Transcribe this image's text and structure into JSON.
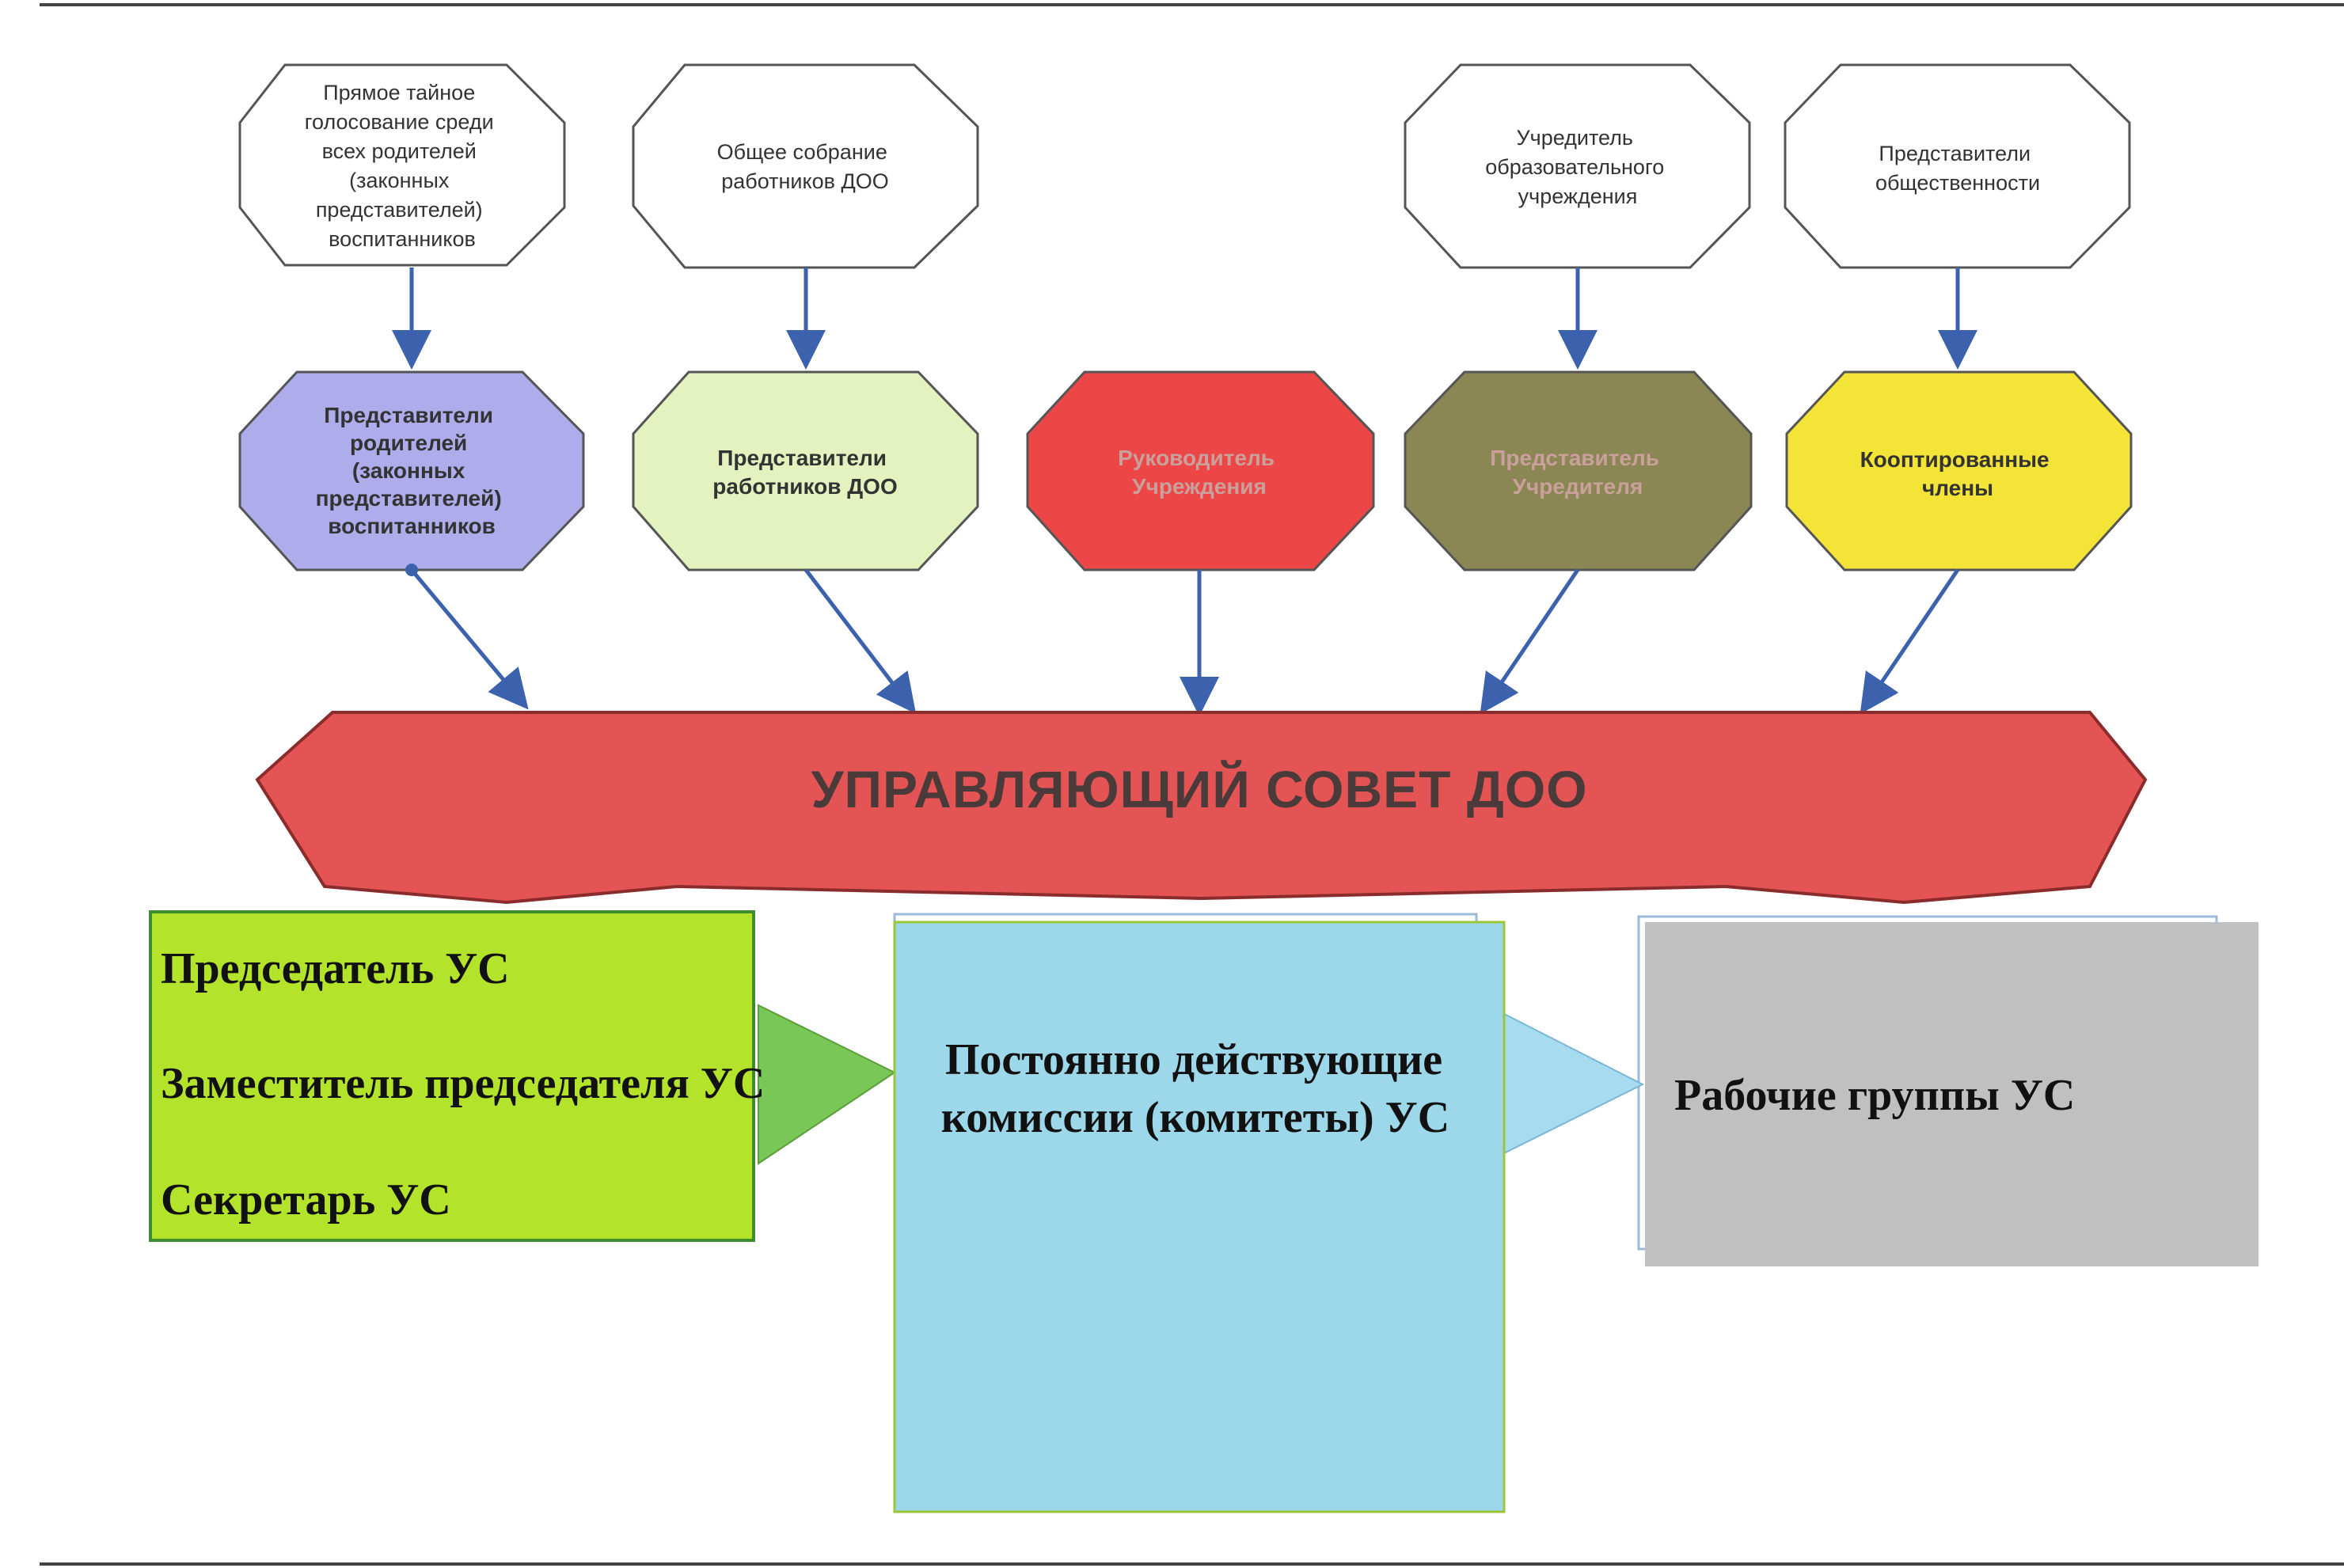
{
  "colors": {
    "accent_arrow": "#3c62ad",
    "council_fill": "#e55454",
    "box_green": "#b3e32a",
    "box_blue": "#9cd8e9",
    "box_gray": "#c0c0c0"
  },
  "sources": [
    {
      "lines": [
        "Прямое тайное",
        "голосование среди",
        "всех родителей",
        "(законных",
        "представителей)",
        "воспитанников"
      ]
    },
    {
      "lines": [
        "Общее собрание",
        "работников ДОО"
      ]
    },
    {
      "lines": [
        "Учредитель",
        "образовательного",
        "учреждения"
      ]
    },
    {
      "lines": [
        "Представители",
        "общественности"
      ]
    }
  ],
  "representatives": [
    {
      "lines": [
        "Представители",
        "родителей",
        "(законных",
        "представителей)",
        "воспитанников"
      ],
      "fill": "#aeacea"
    },
    {
      "lines": [
        "Представители",
        "работников ДОО"
      ],
      "fill": "#e4f2c0"
    },
    {
      "lines": [
        "Руководитель",
        "Учреждения"
      ],
      "fill": "#ec4646"
    },
    {
      "lines": [
        "Представитель",
        "Учредителя"
      ],
      "fill": "#8a8754"
    },
    {
      "lines": [
        "Кооптированные",
        "члены"
      ],
      "fill": "#f4e437"
    }
  ],
  "council": {
    "label": "УПРАВЛЯЮЩИЙ СОВЕТ ДОО"
  },
  "boxes": {
    "officers": [
      "Председатель УС",
      "Заместитель председателя УС",
      "Секретарь УС"
    ],
    "commissions": [
      "Постоянно действующие",
      "комиссии (комитеты) УС"
    ],
    "working_groups": "Рабочие группы УС"
  }
}
